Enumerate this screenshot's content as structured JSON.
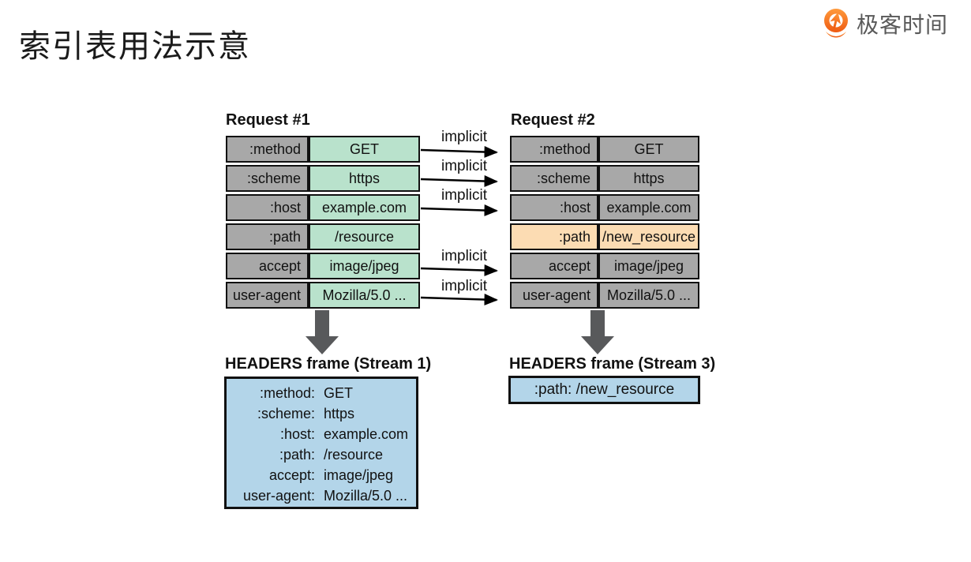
{
  "page": {
    "title": "索引表用法示意"
  },
  "logo": {
    "text": "极客时间"
  },
  "diagram": {
    "request1": {
      "label": "Request #1",
      "rows": [
        {
          "name": ":method",
          "value": "GET"
        },
        {
          "name": ":scheme",
          "value": "https"
        },
        {
          "name": ":host",
          "value": "example.com"
        },
        {
          "name": ":path",
          "value": "/resource"
        },
        {
          "name": "accept",
          "value": "image/jpeg"
        },
        {
          "name": "user-agent",
          "value": "Mozilla/5.0 ..."
        }
      ]
    },
    "request2": {
      "label": "Request #2",
      "rows": [
        {
          "name": ":method",
          "value": "GET",
          "highlighted": false
        },
        {
          "name": ":scheme",
          "value": "https",
          "highlighted": false
        },
        {
          "name": ":host",
          "value": "example.com",
          "highlighted": false
        },
        {
          "name": ":path",
          "value": "/new_resource",
          "highlighted": true
        },
        {
          "name": "accept",
          "value": "image/jpeg",
          "highlighted": false
        },
        {
          "name": "user-agent",
          "value": "Mozilla/5.0 ...",
          "highlighted": false
        }
      ]
    },
    "implicit_label": "implicit",
    "frame1": {
      "label": "HEADERS frame (Stream 1)",
      "lines": [
        {
          "name": ":method:",
          "value": "GET"
        },
        {
          "name": ":scheme:",
          "value": "https"
        },
        {
          "name": ":host:",
          "value": "example.com"
        },
        {
          "name": ":path:",
          "value": "/resource"
        },
        {
          "name": "accept:",
          "value": "image/jpeg"
        },
        {
          "name": "user-agent:",
          "value": "Mozilla/5.0 ..."
        }
      ]
    },
    "frame2": {
      "label": "HEADERS frame (Stream 3)",
      "text": ":path:  /new_resource"
    }
  },
  "colors": {
    "cell_gray": "#a8a8a8",
    "cell_green": "#b9e2cc",
    "cell_orange": "#fcdcb3",
    "frame_blue": "#b3d5e9",
    "big_arrow_gray": "#58595b",
    "logo_orange": "#f26b1d"
  }
}
